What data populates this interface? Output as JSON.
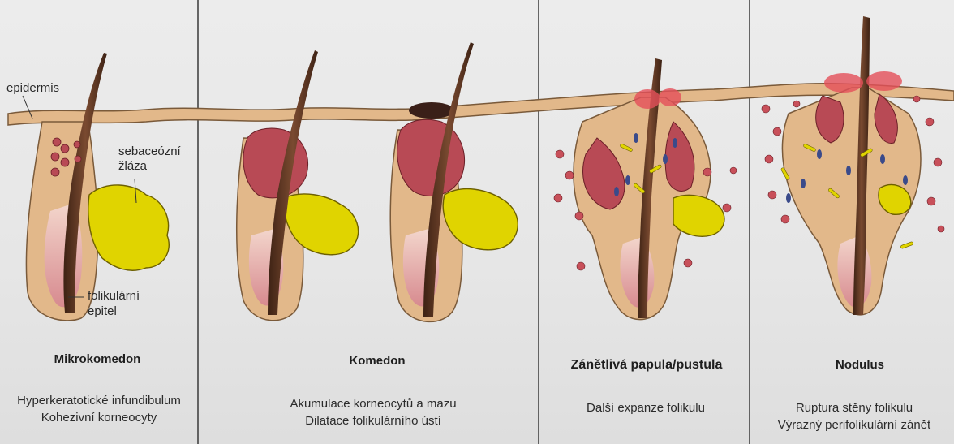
{
  "labels": {
    "epidermis": "epidermis",
    "gland_line1": "sebaceózní",
    "gland_line2": "žláza",
    "epitel_line1": "folikulární",
    "epitel_line2": "epitel"
  },
  "stages": [
    {
      "title": "Mikrokomedon",
      "line1": "Hyperkeratotické infundibulum",
      "line2": "Kohezivní korneocyty"
    },
    {
      "title": "Komedon",
      "line1": "Akumulace korneocytů a mazu",
      "line2": "Dilatace folikulárního ústí"
    },
    {
      "title": "Zánětlivá papula/pustula",
      "line1": "Další expanze folikulu",
      "line2": ""
    },
    {
      "title": "Nodulus",
      "line1": "Ruptura stěny folikulu",
      "line2": "Výrazný perifolikulární zánět"
    }
  ],
  "colors": {
    "skin": "#e2b88a",
    "skin_outline": "#7a5a3a",
    "hair": "#5a3421",
    "sebum": "#e0d400",
    "keratin": "#b84a55",
    "inflammation": "#e5505a",
    "bacteria": "#3a4a8a"
  }
}
